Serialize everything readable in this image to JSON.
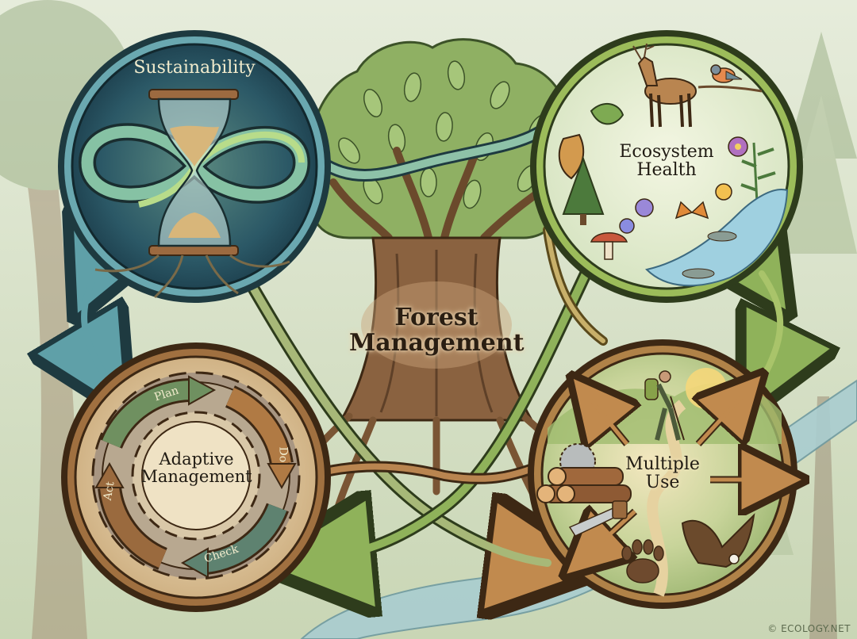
{
  "diagram": {
    "title": "Forest Management",
    "center": {
      "line1": "Forest",
      "line2": "Management"
    },
    "nodes": [
      {
        "id": "sustainability",
        "label": "Sustainability",
        "icon": "hourglass-infinity-icon",
        "color": "#1f4a5a",
        "ring": "#5fa0a8"
      },
      {
        "id": "ecosystem-health",
        "label_line1": "Ecosystem",
        "label_line2": "Health",
        "icon": "wildlife-icon",
        "color": "#e6efd6",
        "ring": "#7fa04a"
      },
      {
        "id": "adaptive-management",
        "label_line1": "Adaptive",
        "label_line2": "Management",
        "icon": "gear-cycle-icon",
        "color": "#e4cfa6",
        "ring": "#8a5a30",
        "cycle": [
          "Plan",
          "Do",
          "Check",
          "Act"
        ]
      },
      {
        "id": "multiple-use",
        "label_line1": "Multiple",
        "label_line2": "Use",
        "icon": "multiple-use-icon",
        "color": "#d8e2b4",
        "ring": "#a87a3e",
        "elements": [
          "hiker",
          "logs",
          "saw",
          "paw print",
          "eagle",
          "sun"
        ]
      }
    ],
    "connections": [
      {
        "from": "sustainability",
        "to": "adaptive-management",
        "type": "double-arrow"
      },
      {
        "from": "ecosystem-health",
        "to": "multiple-use",
        "type": "double-arrow"
      },
      {
        "from": "sustainability",
        "to": "ecosystem-health",
        "type": "flow"
      },
      {
        "from": "adaptive-management",
        "to": "multiple-use",
        "type": "flow"
      },
      {
        "from": "sustainability",
        "to": "multiple-use",
        "type": "cross-flow"
      },
      {
        "from": "ecosystem-health",
        "to": "adaptive-management",
        "type": "cross-flow"
      }
    ]
  },
  "credit": "© ECOLOGY.NET",
  "colors": {
    "background": "#dfe6d2",
    "text_dark": "#2a1e12",
    "text_light": "#f2eccd",
    "trunk": "#7a5534",
    "canopy": "#8fb063"
  }
}
